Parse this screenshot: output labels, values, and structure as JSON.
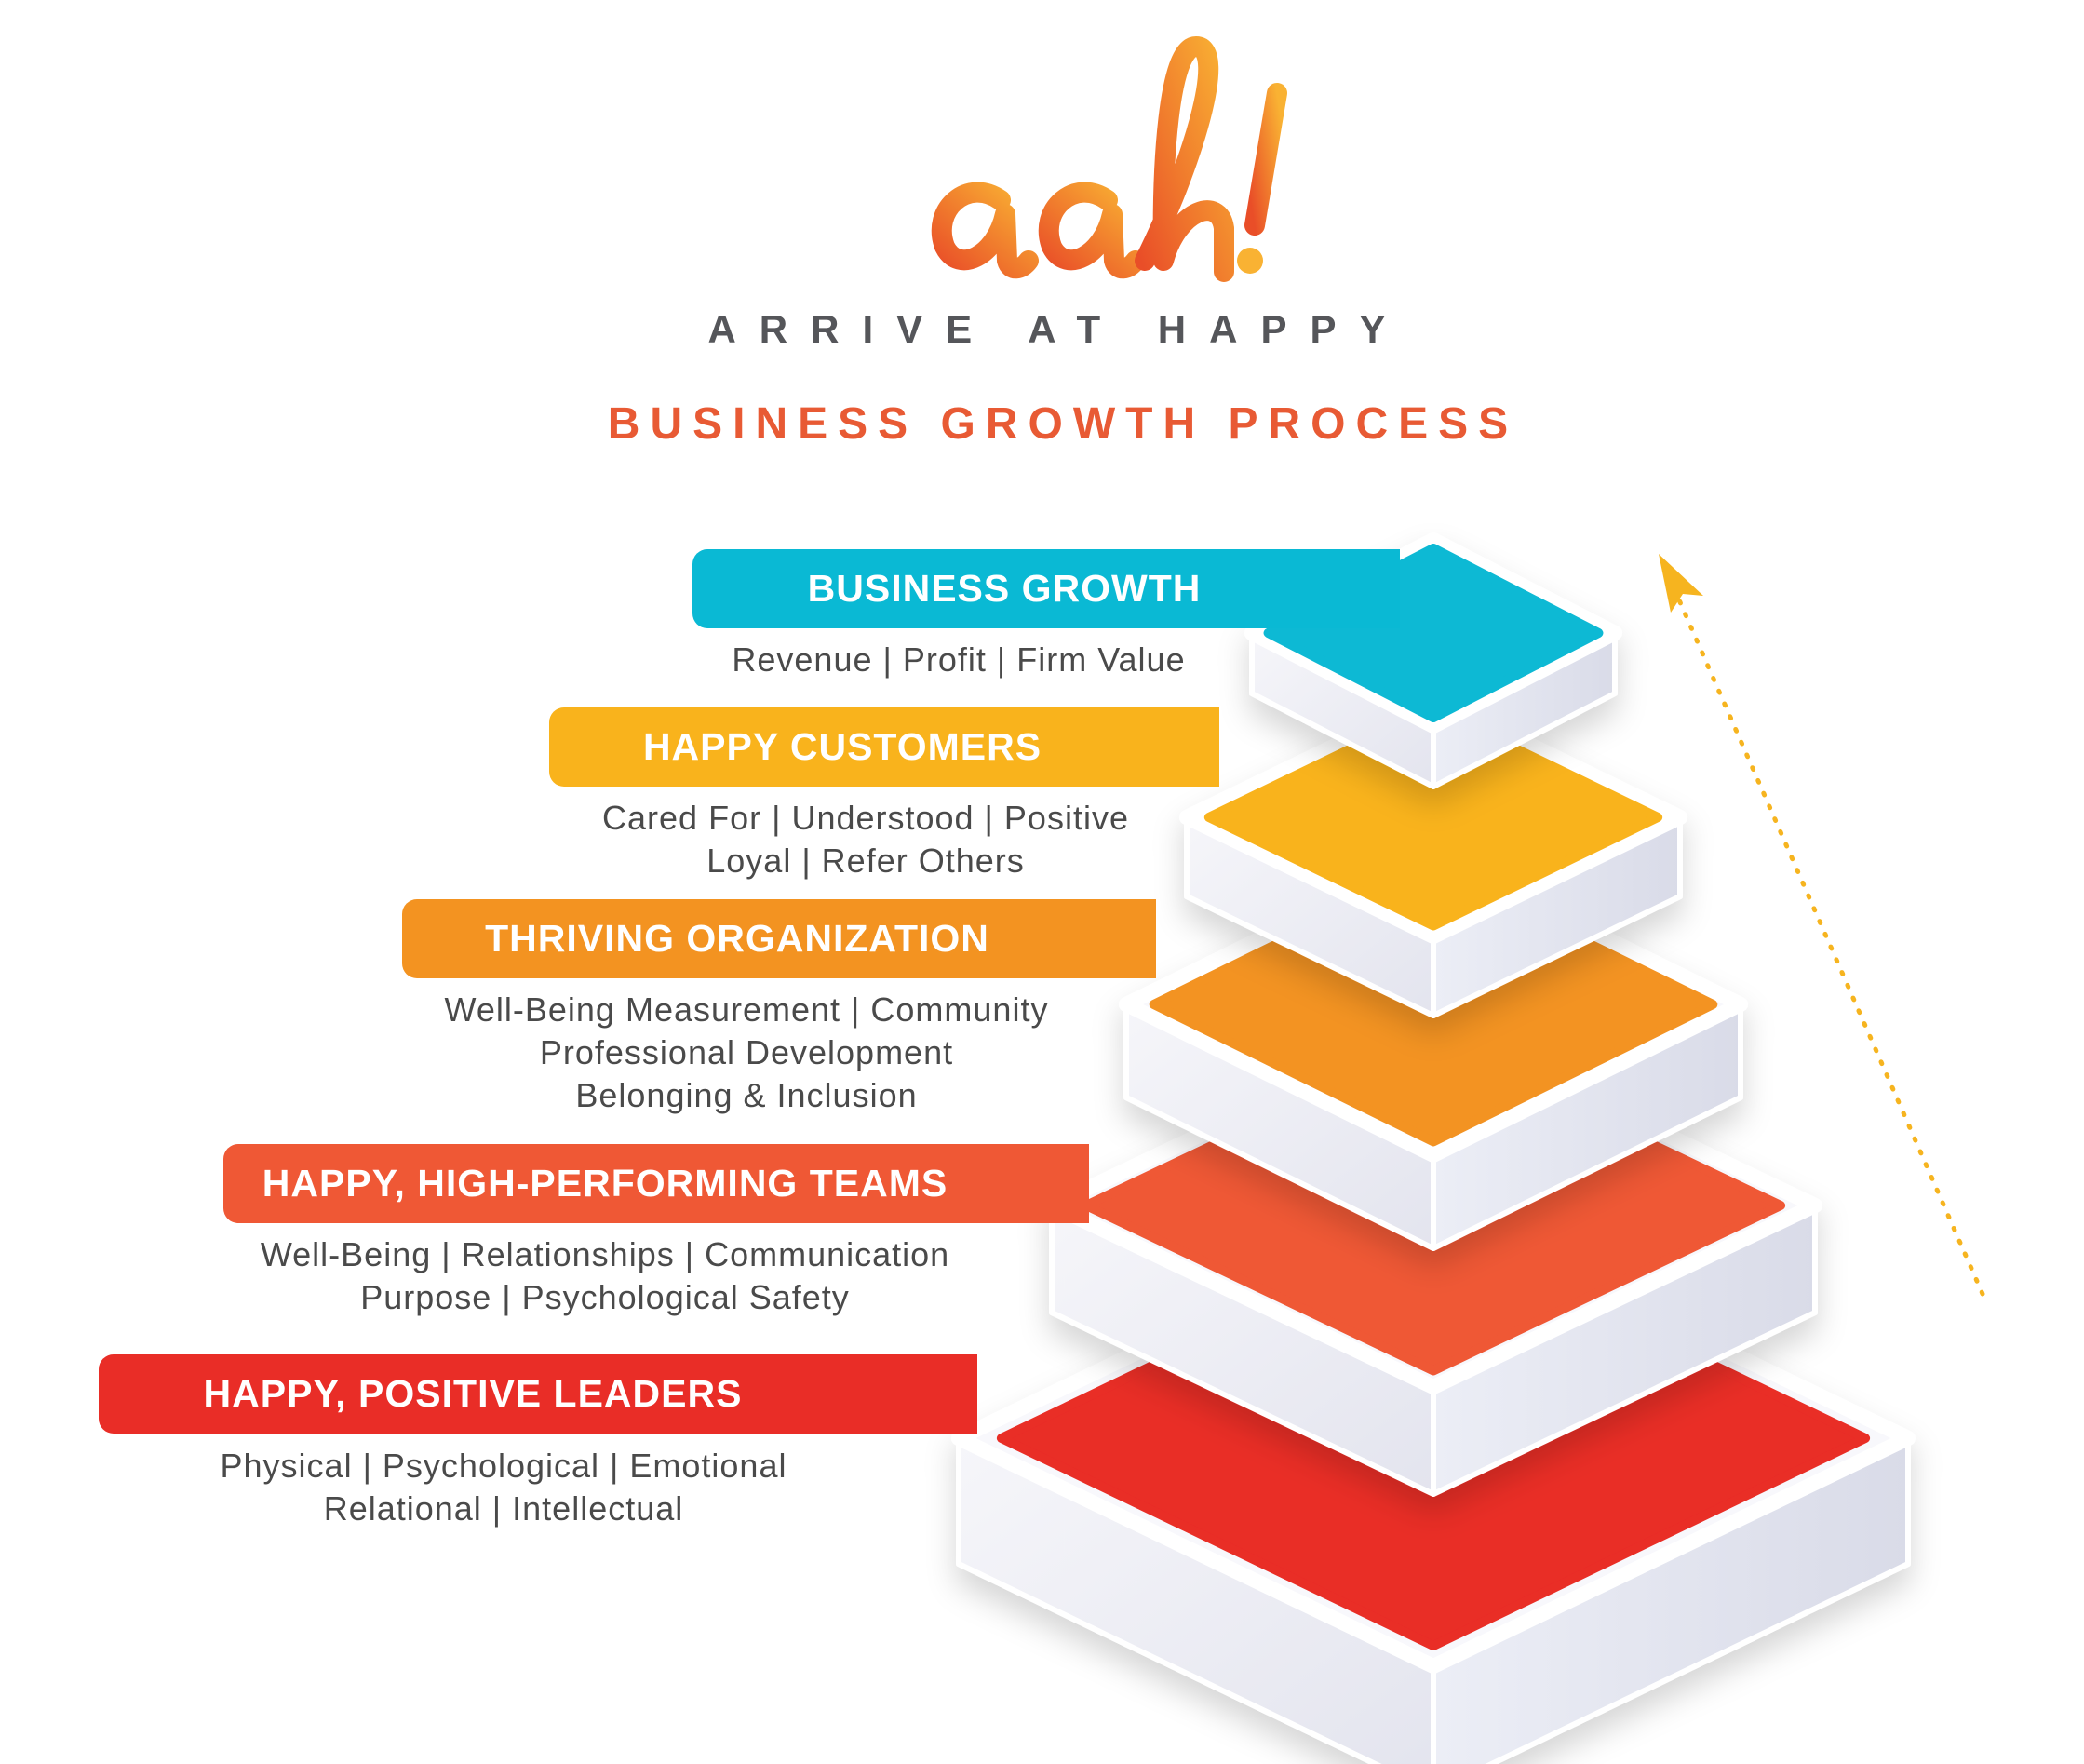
{
  "logo": {
    "wordmark": "aah!"
  },
  "tagline": "ARRIVE AT HAPPY",
  "subtitle": "BUSINESS GROWTH PROCESS",
  "colors": {
    "growth": "#0ab9d4",
    "customers": "#f9b31c",
    "organization": "#f39321",
    "teams": "#ef5835",
    "leaders": "#e92d27",
    "arrow": "#f6b41f",
    "logo_start": "#e94e28",
    "logo_end": "#f9b233"
  },
  "levels": [
    {
      "title": "BUSINESS GROWTH",
      "lines": [
        "Revenue | Profit | Firm Value"
      ]
    },
    {
      "title": "HAPPY CUSTOMERS",
      "lines": [
        "Cared For | Understood | Positive",
        "Loyal | Refer Others"
      ]
    },
    {
      "title": "THRIVING ORGANIZATION",
      "lines": [
        "Well-Being Measurement | Community",
        "Professional Development",
        "Belonging & Inclusion"
      ]
    },
    {
      "title": "HAPPY, HIGH-PERFORMING TEAMS",
      "lines": [
        "Well-Being | Relationships | Communication",
        "Purpose | Psychological Safety"
      ]
    },
    {
      "title": "HAPPY, POSITIVE LEADERS",
      "lines": [
        "Physical | Psychological | Emotional",
        "Relational | Intellectual"
      ]
    }
  ],
  "icons": {
    "arrow": "dotted-up-arrow-icon"
  }
}
